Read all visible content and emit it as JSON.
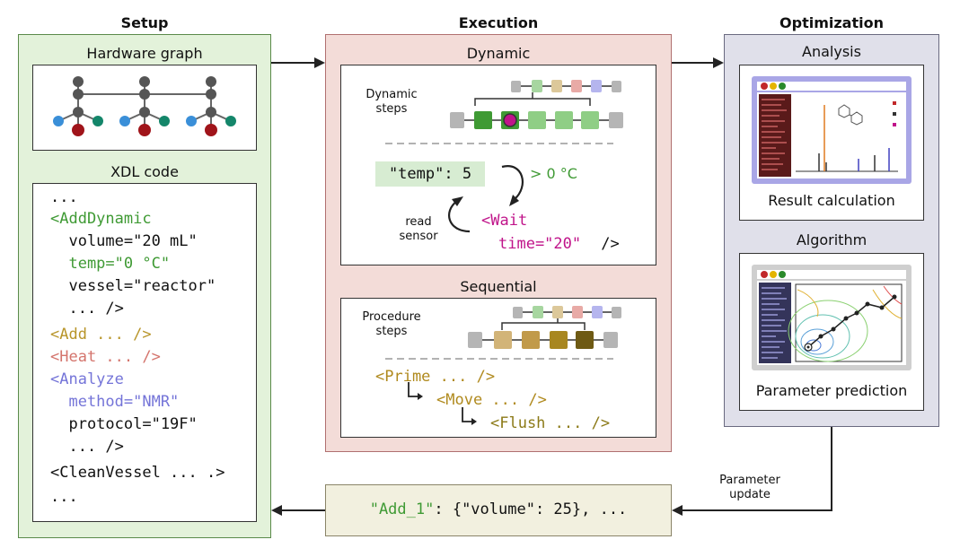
{
  "columns": {
    "setup": "Setup",
    "execution": "Execution",
    "optimization": "Optimization"
  },
  "setup": {
    "hardware_title": "Hardware graph",
    "xdl_title": "XDL code",
    "xdl_lines": [
      "...",
      "<AddDynamic",
      "  volume=\"20 mL\"",
      "  temp=\"0 °C\"",
      "  vessel=\"reactor\"",
      "  ... />",
      "<Add ... />",
      "<Heat ... />",
      "<Analyze",
      "  method=\"NMR\"",
      "  protocol=\"19F\"",
      "  ... />",
      "<CleanVessel ... .>",
      "..."
    ]
  },
  "execution": {
    "dynamic_title": "Dynamic",
    "dynamic_steps_label": "Dynamic\nsteps",
    "temp_reading": "\"temp\": 5",
    "condition": "> 0 °C",
    "read_sensor": "read\nsensor",
    "wait_open": "<Wait",
    "wait_attr": "time=\"20\"",
    "wait_close": " />",
    "sequential_title": "Sequential",
    "procedure_steps_label": "Procedure\nsteps",
    "prime": "<Prime ... />",
    "move": "<Move ... />",
    "flush": "<Flush ... />"
  },
  "optimization": {
    "analysis_title": "Analysis",
    "result_label": "Result calculation",
    "algorithm_title": "Algorithm",
    "prediction_label": "Parameter prediction"
  },
  "feedback": {
    "update_label": "Parameter\nupdate",
    "update_key": "\"Add_1\"",
    "update_rest": ": {\"volume\": 25}, ..."
  },
  "colors": {
    "setup_bg": "#e3f2da",
    "execution_bg": "#f3dcd8",
    "optimization_bg": "#e0e0ea",
    "feedback_bg": "#f2f0df",
    "green": "#3f9a34",
    "gold": "#b8952a",
    "red": "#d4746c",
    "blue": "#7474d8",
    "magenta": "#c0148a"
  }
}
